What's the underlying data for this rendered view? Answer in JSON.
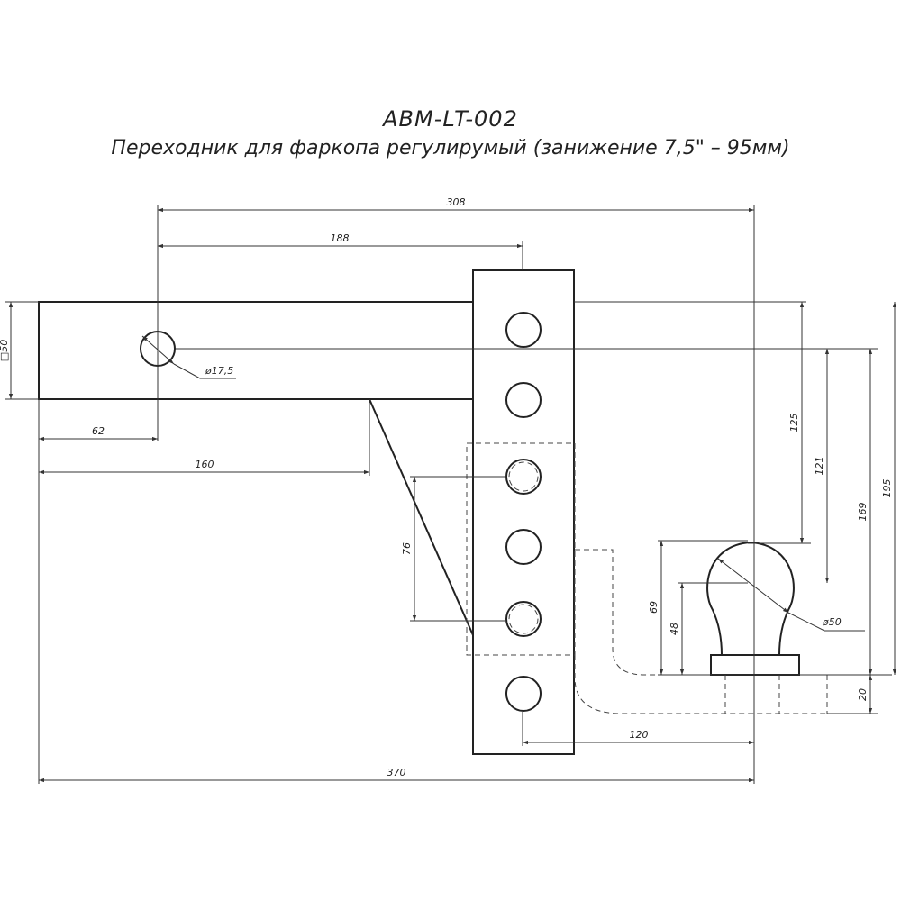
{
  "title": {
    "code": "ABM-LT-002",
    "description": "Переходник для фаркопа регулирумый (занижение 7,5\" – 95мм)"
  },
  "dimensions": {
    "d308": "308",
    "d188": "188",
    "d370": "370",
    "d62": "62",
    "d160": "160",
    "d120": "120",
    "square50": "□50",
    "hole": "ø17,5",
    "ball": "ø50",
    "d125": "125",
    "d121": "121",
    "d169": "169",
    "d195": "195",
    "d76": "76",
    "d69": "69",
    "d48": "48",
    "d20": "20"
  }
}
